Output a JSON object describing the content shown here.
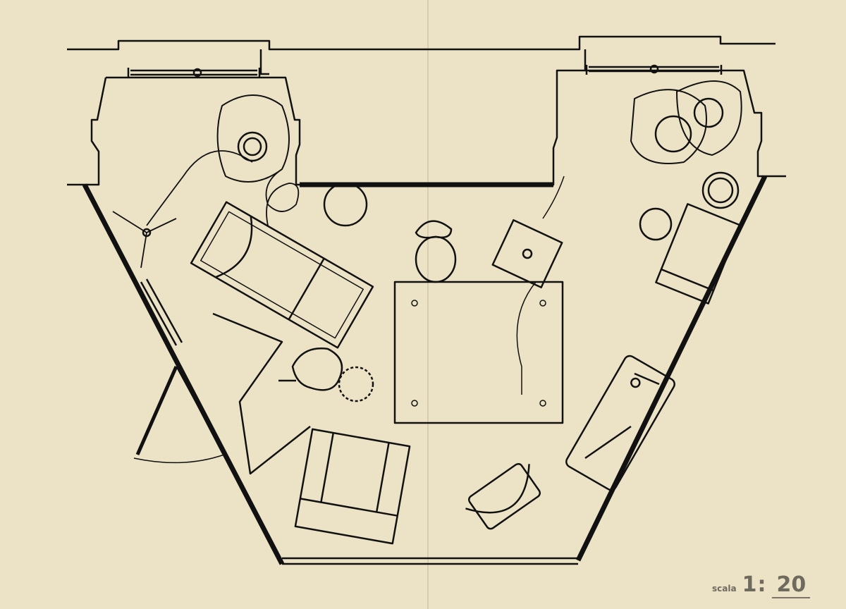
{
  "drawing": {
    "type": "floor plan",
    "ink_color": "#111111",
    "paper_color": "#ece3c6"
  },
  "scale": {
    "word": "scala",
    "ratio_prefix": "1:",
    "ratio_value": "20"
  }
}
